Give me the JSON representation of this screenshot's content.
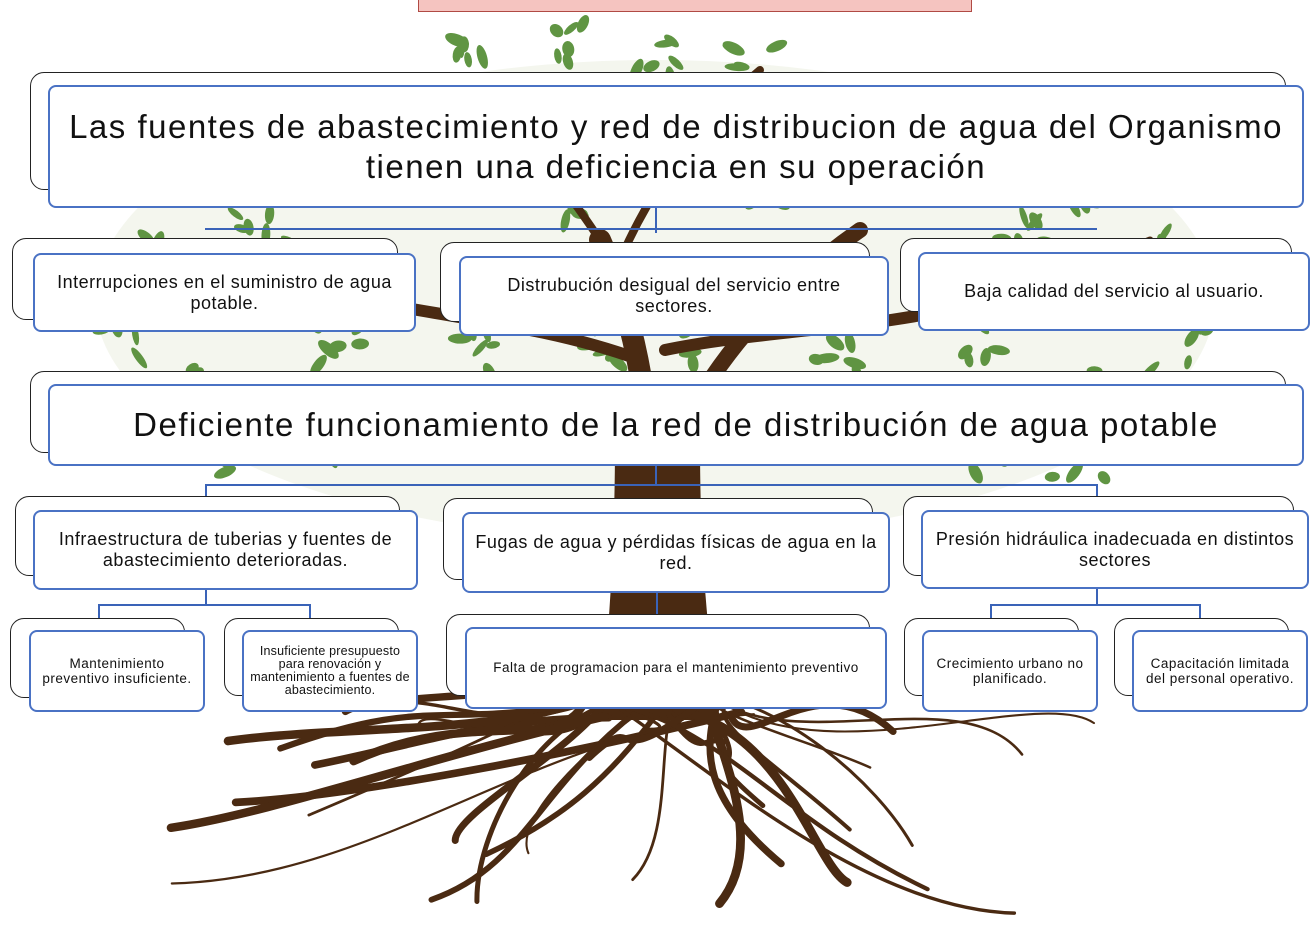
{
  "effects": {
    "main": "Las fuentes de abastecimiento y red de distribucion de agua del Organismo tienen una deficiencia en su operación",
    "items": [
      "Interrupciones en el suministro de agua potable.",
      "Distrubución desigual del servicio entre sectores.",
      "Baja calidad del servicio al usuario."
    ]
  },
  "problem": "Deficiente funcionamiento de la red de distribución de agua potable",
  "causes": {
    "items": [
      "Infraestructura de tuberias y fuentes de abastecimiento deterioradas.",
      "Fugas de agua y pérdidas físicas de agua en la red.",
      "Presión hidráulica inadecuada en distintos sectores"
    ]
  },
  "root_causes": {
    "items": [
      "Mantenimiento preventivo insuficiente.",
      "Insuficiente presupuesto para renovación y mantenimiento a fuentes de abastecimiento.",
      "Falta de programacion para el mantenimiento preventivo",
      "Crecimiento urbano no planificado.",
      "Capacitación limitada del personal operativo."
    ]
  },
  "colors": {
    "box_border": "#4a72c4",
    "back_border": "#222222",
    "leaf": "#4e8a2e",
    "trunk": "#4a2a12",
    "banner": "#f5c4c0"
  }
}
